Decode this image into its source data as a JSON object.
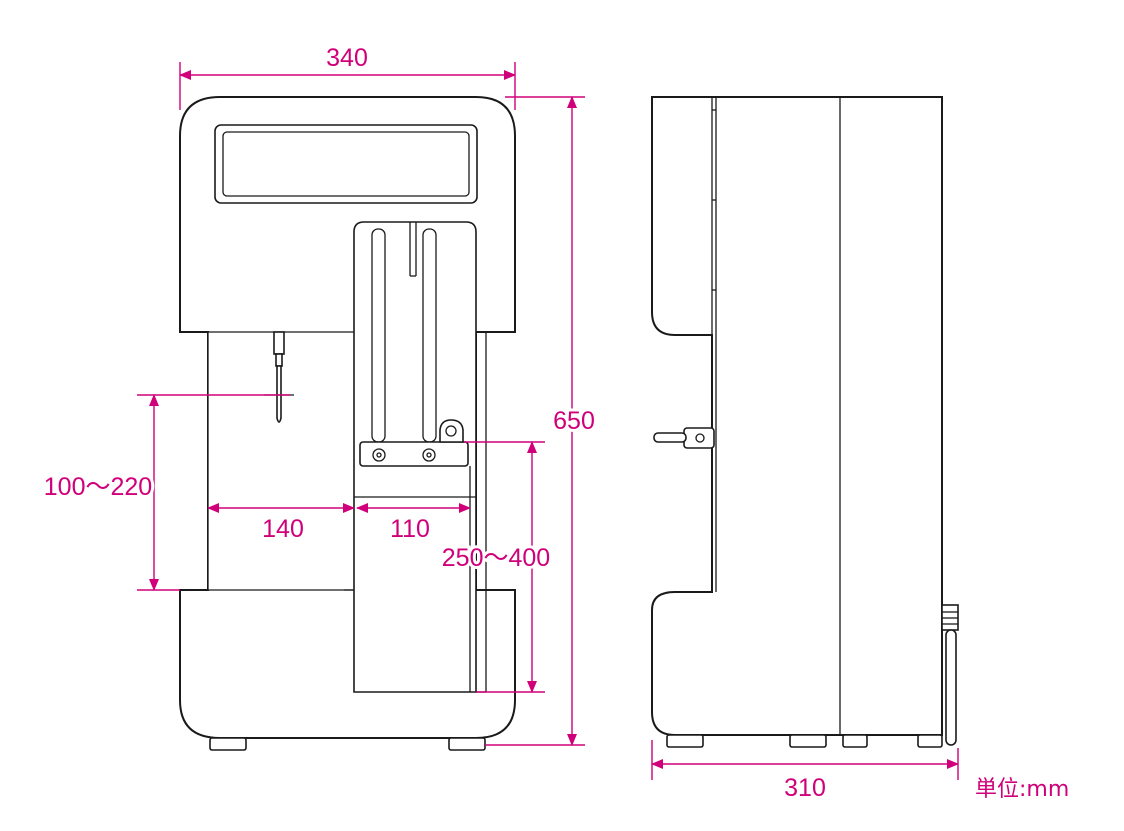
{
  "dimensions": {
    "front_width": "340",
    "total_height": "650",
    "nozzle_height_range": "100〜220",
    "left_clearance": "140",
    "tray_width": "110",
    "tray_height_range": "250〜400",
    "side_depth": "310"
  },
  "unit_label": "単位:mm",
  "colors": {
    "dimension": "#d0007a",
    "outline": "#1a1a1a",
    "background": "#ffffff"
  }
}
